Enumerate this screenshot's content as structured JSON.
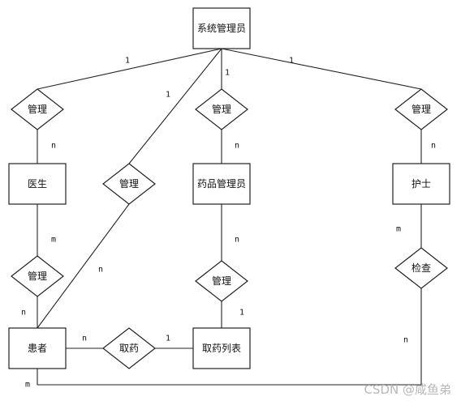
{
  "entities": {
    "admin": "系统管理员",
    "doctor": "医生",
    "pharmacist": "药品管理员",
    "nurse": "护士",
    "patient": "患者",
    "med_list": "取药列表"
  },
  "relationships": {
    "manage_doctor": "管理",
    "manage_patient": "管理",
    "manage_pharmacist": "管理",
    "manage_nurse": "管理",
    "manage_doc_patient": "管理",
    "manage_pharm_list": "管理",
    "fetch_med": "取药",
    "check": "检查"
  },
  "cardinalities": {
    "admin_doctor_1": "1",
    "admin_patient_1": "1",
    "admin_pharmacist_1": "1",
    "admin_nurse_1": "1",
    "doctor_mgr_n": "n",
    "pharmacist_mgr_n": "n",
    "nurse_mgr_n": "n",
    "doctor_m": "m",
    "patient_n_from_doctor": "n",
    "patient_n_from_admin": "n",
    "pharmacist_n": "n",
    "list_1_from_pharm": "1",
    "patient_n_fetch": "n",
    "list_1_fetch": "1",
    "nurse_m": "m",
    "patient_n_check": "n",
    "patient_m_check": "m"
  },
  "watermark": "CSDN @咸鱼弟"
}
